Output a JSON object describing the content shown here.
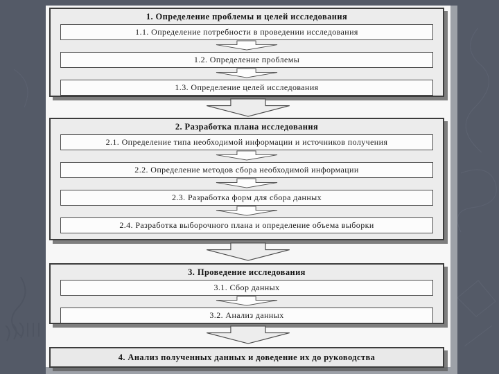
{
  "meta": {
    "description": "Presentation slide with a four-stage marketing research flowchart (Russian)",
    "background_color": "#545a67",
    "slide_color": "#f7f7f7",
    "slide_shadow_color": "#9da1a8",
    "group_fill": "#ececec",
    "box_fill": "#fcfcfc",
    "text_color": "#141414"
  },
  "flowchart": {
    "groups": [
      {
        "title": "1. Определение проблемы и целей исследования",
        "items": [
          "1.1. Определение потребности в проведении исследования",
          "1.2. Определение проблемы",
          "1.3. Определение целей исследования"
        ]
      },
      {
        "title": "2. Разработка плана исследования",
        "items": [
          "2.1. Определение типа необходимой информации и источников получения",
          "2.2. Определение методов сбора необходимой информации",
          "2.3. Разработка форм для сбора данных",
          "2.4. Разработка выборочного плана и определение объема выборки"
        ]
      },
      {
        "title": "3. Проведение исследования",
        "items": [
          "3.1. Сбор данных",
          "3.2. Анализ данных"
        ]
      }
    ],
    "final_step": "4. Анализ полученных данных и доведение их до руководства"
  },
  "icons": {
    "connector_small": "small-down-arrow",
    "connector_large": "large-down-arrow"
  }
}
